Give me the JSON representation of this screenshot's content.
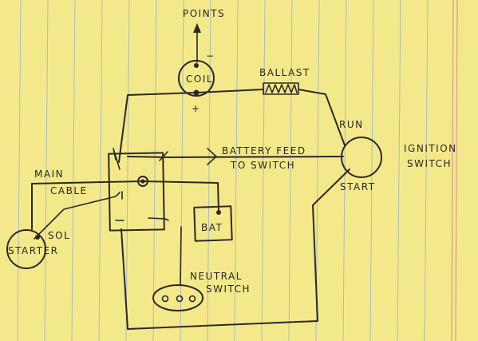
{
  "labels": {
    "points": "POINTS",
    "coil": "COIL",
    "coil_minus": "−",
    "coil_plus": "+",
    "ballast": "BALLAST",
    "run": "RUN",
    "ignition_line1": "IGNITION",
    "ignition_line2": "SWITCH",
    "start": "START",
    "battery_feed_line1": "BATTERY FEED",
    "battery_feed_line2": "TO SWITCH",
    "main_cable_line1": "MAIN",
    "main_cable_line2": "CABLE",
    "sol": "SOL",
    "starter": "STARTER",
    "bat": "BAT",
    "neutral_line1": "NEUTRAL",
    "neutral_line2": "SWITCH"
  },
  "colors": {
    "paper": "#f4e98a",
    "rule_line": "#9db3c6",
    "margin_line": "#c98b88",
    "ink": "#2b2826"
  }
}
